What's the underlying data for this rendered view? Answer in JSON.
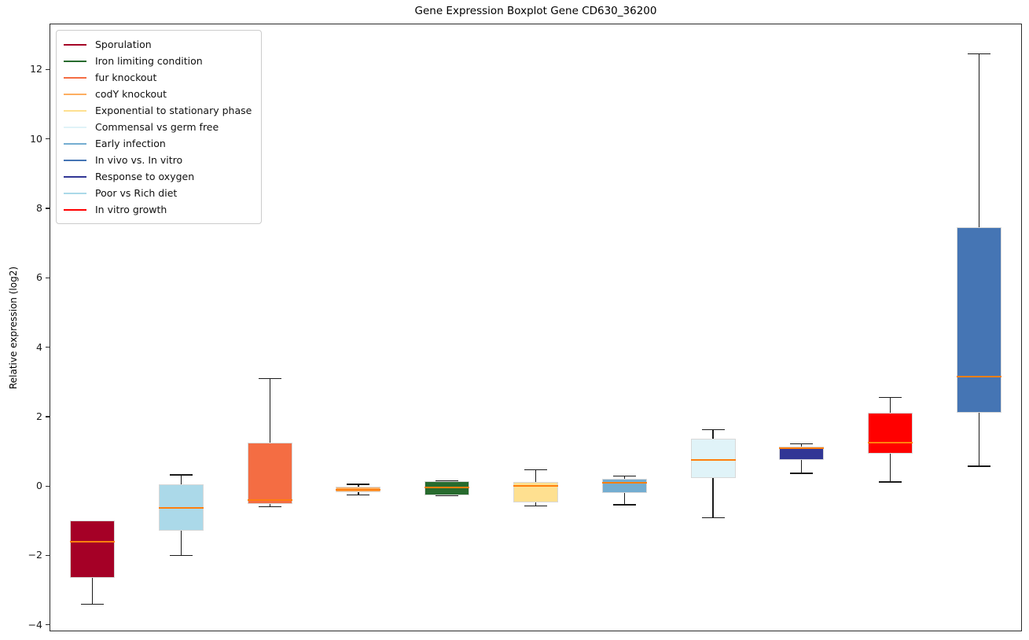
{
  "chart_data": {
    "type": "boxplot",
    "title": "Gene Expression Boxplot Gene CD630_36200",
    "ylabel": "Relative expression (log2)",
    "ylim": [
      -4.21,
      13.3
    ],
    "grid": false,
    "median_color": "#FF7F0E",
    "whisker_color": "#1a1a1a",
    "yticks": {
      "values": [
        -4,
        -2,
        0,
        2,
        4,
        6,
        8,
        10,
        12
      ],
      "labels": [
        "−4",
        "−2",
        "0",
        "2",
        "4",
        "6",
        "8",
        "10",
        "12"
      ]
    },
    "series": [
      {
        "name": "Sporulation",
        "color": "#A50026",
        "whisker_low": -3.4,
        "q1": -2.65,
        "median": -1.6,
        "q3": -1.0,
        "whisker_high": -1.0
      },
      {
        "name": "Poor vs Rich diet",
        "color": "#ABD9E9",
        "whisker_low": -2.0,
        "q1": -1.28,
        "median": -0.62,
        "q3": 0.05,
        "whisker_high": 0.32
      },
      {
        "name": "fur knockout",
        "color": "#F46D43",
        "whisker_low": -0.59,
        "q1": -0.51,
        "median": -0.4,
        "q3": 1.26,
        "whisker_high": 3.1
      },
      {
        "name": "codY knockout",
        "color": "#FDAE61",
        "whisker_low": -0.26,
        "q1": -0.18,
        "median": -0.1,
        "q3": -0.02,
        "whisker_high": 0.05
      },
      {
        "name": "Iron limiting condition",
        "color": "#276B2E",
        "whisker_low": -0.28,
        "q1": -0.26,
        "median": -0.05,
        "q3": 0.13,
        "whisker_high": 0.15
      },
      {
        "name": "Exponential to stationary phase",
        "color": "#FEE090",
        "whisker_low": -0.58,
        "q1": -0.48,
        "median": 0.0,
        "q3": 0.12,
        "whisker_high": 0.47
      },
      {
        "name": "Early infection",
        "color": "#74ADD1",
        "whisker_low": -0.54,
        "q1": -0.19,
        "median": 0.09,
        "q3": 0.21,
        "whisker_high": 0.29
      },
      {
        "name": "Commensal vs germ free",
        "color": "#E0F3F8",
        "whisker_low": -0.92,
        "q1": 0.22,
        "median": 0.75,
        "q3": 1.36,
        "whisker_high": 1.62
      },
      {
        "name": "Response to oxygen",
        "color": "#313695",
        "whisker_low": 0.37,
        "q1": 0.76,
        "median": 1.1,
        "q3": 1.13,
        "whisker_high": 1.21
      },
      {
        "name": "In vitro growth",
        "color": "#FF0000",
        "whisker_low": 0.12,
        "q1": 0.93,
        "median": 1.25,
        "q3": 2.12,
        "whisker_high": 2.55
      },
      {
        "name": "In vivo vs. In vitro",
        "color": "#4575B4",
        "whisker_low": 0.57,
        "q1": 2.1,
        "median": 3.16,
        "q3": 7.46,
        "whisker_high": 12.45
      }
    ],
    "legend": {
      "position": "upper-left",
      "entries": [
        {
          "label": "Sporulation",
          "color": "#A50026"
        },
        {
          "label": "Iron limiting condition",
          "color": "#276B2E"
        },
        {
          "label": "fur knockout",
          "color": "#F46D43"
        },
        {
          "label": "codY knockout",
          "color": "#FDAE61"
        },
        {
          "label": "Exponential to stationary phase",
          "color": "#FEE090"
        },
        {
          "label": "Commensal vs germ free",
          "color": "#E0F3F8"
        },
        {
          "label": "Early infection",
          "color": "#74ADD1"
        },
        {
          "label": "In vivo vs. In vitro",
          "color": "#4575B4"
        },
        {
          "label": "Response to oxygen",
          "color": "#313695"
        },
        {
          "label": "Poor vs Rich diet",
          "color": "#ABD9E9"
        },
        {
          "label": "In vitro growth",
          "color": "#FF0000"
        }
      ]
    }
  }
}
